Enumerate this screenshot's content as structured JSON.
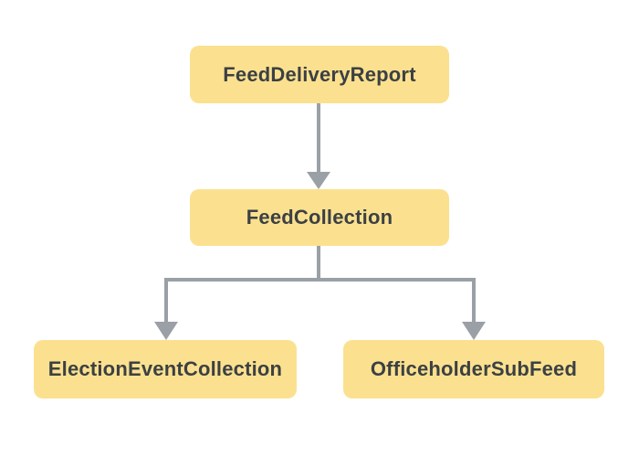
{
  "diagram": {
    "type": "hierarchy-flowchart",
    "background_color": "#ffffff",
    "node_fill_color": "#FBE18F",
    "node_text_color": "#3C4043",
    "arrow_color": "#9AA0A6",
    "nodes": [
      {
        "id": "feed-delivery-report",
        "label": "FeedDeliveryReport"
      },
      {
        "id": "feed-collection",
        "label": "FeedCollection"
      },
      {
        "id": "election-event-collection",
        "label": "ElectionEventCollection"
      },
      {
        "id": "officeholder-sub-feed",
        "label": "OfficeholderSubFeed"
      }
    ],
    "edges": [
      {
        "from": "FeedDeliveryReport",
        "to": "FeedCollection"
      },
      {
        "from": "FeedCollection",
        "to": "ElectionEventCollection"
      },
      {
        "from": "FeedCollection",
        "to": "OfficeholderSubFeed"
      }
    ]
  }
}
